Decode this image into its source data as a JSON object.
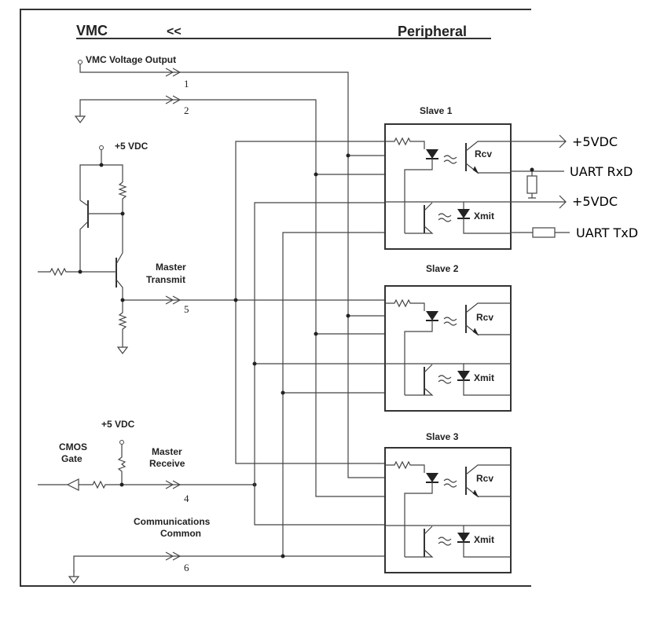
{
  "header": {
    "left": "VMC",
    "arrow": "<<",
    "right": "Peripheral"
  },
  "vmc": {
    "voltage_output": "VMC Voltage Output",
    "vdc_top": "+5 VDC",
    "master_transmit": [
      "Master",
      "Transmit"
    ],
    "vdc_bottom": "+5 VDC",
    "cmos_gate": [
      "CMOS",
      "Gate"
    ],
    "master_receive": [
      "Master",
      "Receive"
    ],
    "comm_common": [
      "Communications",
      "Common"
    ]
  },
  "pins": [
    "1",
    "2",
    "5",
    "4",
    "6"
  ],
  "slaves": [
    {
      "title": "Slave 1",
      "rcv": "Rcv",
      "xmit": "Xmit"
    },
    {
      "title": "Slave 2",
      "rcv": "Rcv",
      "xmit": "Xmit"
    },
    {
      "title": "Slave 3",
      "rcv": "Rcv",
      "xmit": "Xmit"
    }
  ],
  "external": {
    "vdc1": "+5VDC",
    "uart_rx": "UART RxD",
    "vdc2": "+5VDC",
    "uart_tx": "UART TxD"
  }
}
